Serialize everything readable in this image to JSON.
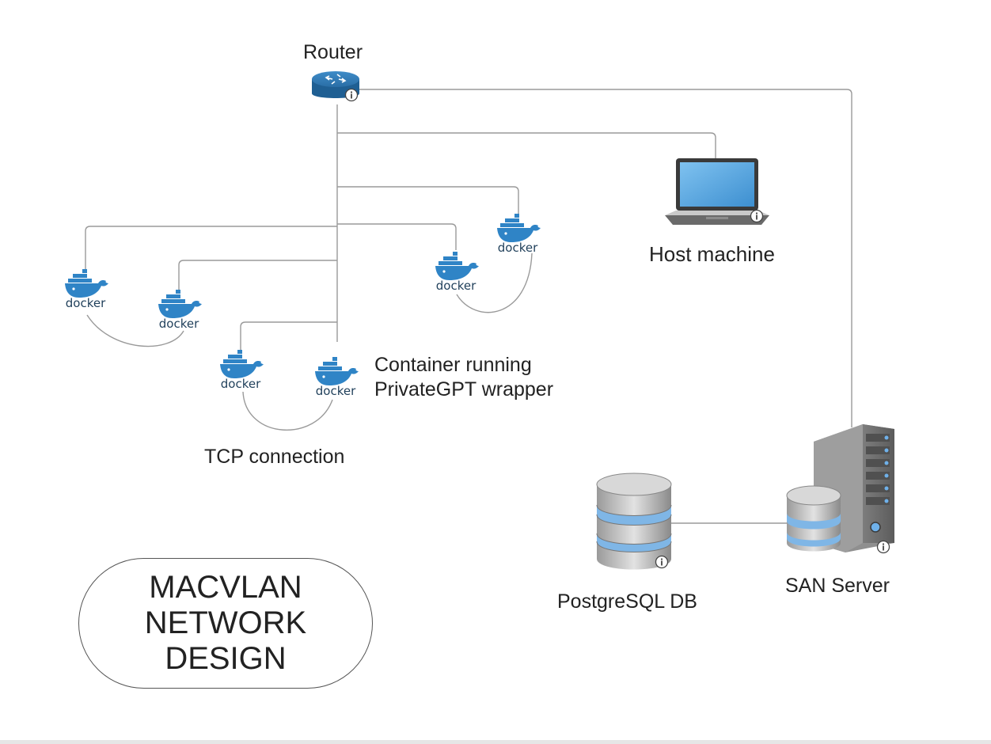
{
  "title": {
    "line1": "MACVLAN",
    "line2": "NETWORK",
    "line3": "DESIGN"
  },
  "nodes": {
    "router": {
      "label": "Router",
      "icon": "router-icon"
    },
    "host": {
      "label": "Host machine",
      "icon": "laptop-icon"
    },
    "db": {
      "label": "PostgreSQL DB",
      "icon": "database-icon"
    },
    "san": {
      "label": "SAN Server",
      "icon": "server-tower-icon"
    },
    "docker_word": "docker"
  },
  "annotations": {
    "container_line1": "Container running",
    "container_line2": "PrivateGPT wrapper",
    "tcp": "TCP connection"
  },
  "colors": {
    "line": "#9a9a9a",
    "docker_blue": "#2f84c6",
    "router_blue": "#1f5f93",
    "db_blue": "#7fb6e6"
  }
}
